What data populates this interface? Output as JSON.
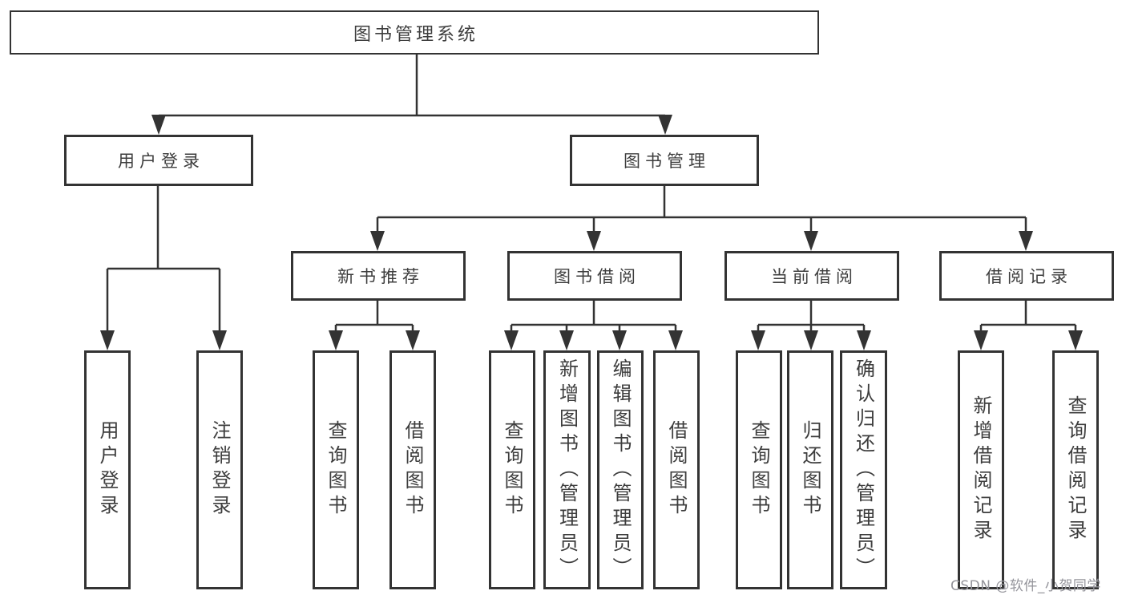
{
  "root": {
    "label": "图书管理系统"
  },
  "level1": [
    {
      "label": "用户登录"
    },
    {
      "label": "图书管理"
    }
  ],
  "level2": [
    {
      "label": "新书推荐",
      "parent": "图书管理"
    },
    {
      "label": "图书借阅",
      "parent": "图书管理"
    },
    {
      "label": "当前借阅",
      "parent": "图书管理"
    },
    {
      "label": "借阅记录",
      "parent": "图书管理"
    }
  ],
  "leaves": [
    {
      "label": "用户登录",
      "parent": "用户登录"
    },
    {
      "label": "注销登录",
      "parent": "用户登录"
    },
    {
      "label": "查询图书",
      "parent": "新书推荐"
    },
    {
      "label": "借阅图书",
      "parent": "新书推荐"
    },
    {
      "label": "查询图书",
      "parent": "图书借阅"
    },
    {
      "label": "新增图书（管理员）",
      "parent": "图书借阅"
    },
    {
      "label": "编辑图书（管理员）",
      "parent": "图书借阅"
    },
    {
      "label": "借阅图书",
      "parent": "图书借阅"
    },
    {
      "label": "查询图书",
      "parent": "当前借阅"
    },
    {
      "label": "归还图书",
      "parent": "当前借阅"
    },
    {
      "label": "确认归还（管理员）",
      "parent": "当前借阅"
    },
    {
      "label": "新增借阅记录",
      "parent": "借阅记录"
    },
    {
      "label": "查询借阅记录",
      "parent": "借阅记录"
    }
  ],
  "watermark": "CSDN @软件_小贺同学",
  "colors": {
    "line": "#333333",
    "text": "#3d3d3d",
    "box_background": "#ffffff",
    "watermark": "#94949b"
  }
}
